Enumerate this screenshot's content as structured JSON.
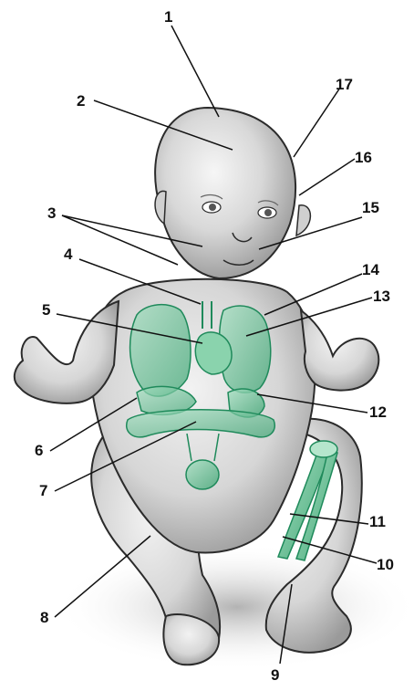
{
  "colors": {
    "skin": "#d4d4d4",
    "skin_shadow": "#9e9e9e",
    "outline": "#2b2b2b",
    "organ_fill": "#6cc59a",
    "organ_stroke": "#1f8a5b",
    "shadow": "#bdbdbd"
  },
  "diagram": {
    "subject": "infant-body-outline",
    "labels": [
      {
        "id": "1",
        "text": "1"
      },
      {
        "id": "2",
        "text": "2"
      },
      {
        "id": "3",
        "text": "3"
      },
      {
        "id": "4",
        "text": "4"
      },
      {
        "id": "5",
        "text": "5"
      },
      {
        "id": "6",
        "text": "6"
      },
      {
        "id": "7",
        "text": "7"
      },
      {
        "id": "8",
        "text": "8"
      },
      {
        "id": "9",
        "text": "9"
      },
      {
        "id": "10",
        "text": "10"
      },
      {
        "id": "11",
        "text": "11"
      },
      {
        "id": "12",
        "text": "12"
      },
      {
        "id": "13",
        "text": "13"
      },
      {
        "id": "14",
        "text": "14"
      },
      {
        "id": "15",
        "text": "15"
      },
      {
        "id": "16",
        "text": "16"
      },
      {
        "id": "17",
        "text": "17"
      }
    ]
  }
}
